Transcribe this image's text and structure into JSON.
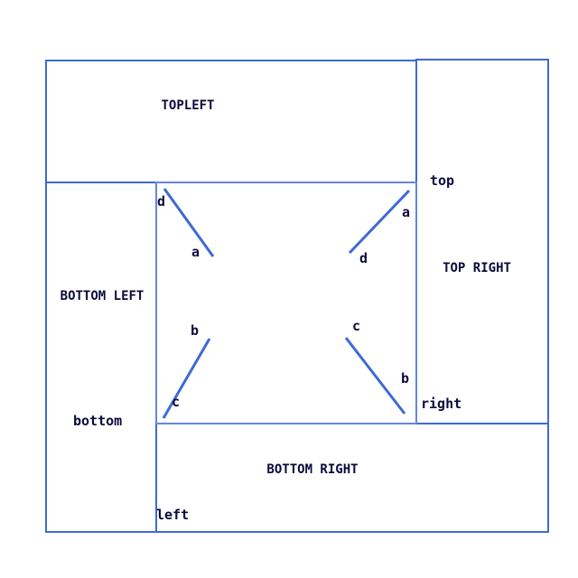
{
  "colors": {
    "box_stroke": "#3e6ad6",
    "inner_stroke": "#8aa4e8",
    "diagonal_stroke": "#3e6ad6",
    "label_text": "#0a0a3c"
  },
  "regions": {
    "top_left": "TOPLEFT",
    "top_right": "TOP RIGHT",
    "bottom_left": "BOTTOM LEFT",
    "bottom_right": "BOTTOM RIGHT"
  },
  "edge_labels": {
    "top": "top",
    "right": "right",
    "bottom": "bottom",
    "left": "left"
  },
  "corner_labels": {
    "upper_left_top": "d",
    "upper_left_bottom": "a",
    "upper_right_top": "a",
    "upper_right_bottom": "d",
    "lower_left_top": "b",
    "lower_left_bottom": "c",
    "lower_right_top": "c",
    "lower_right_bottom": "b"
  }
}
